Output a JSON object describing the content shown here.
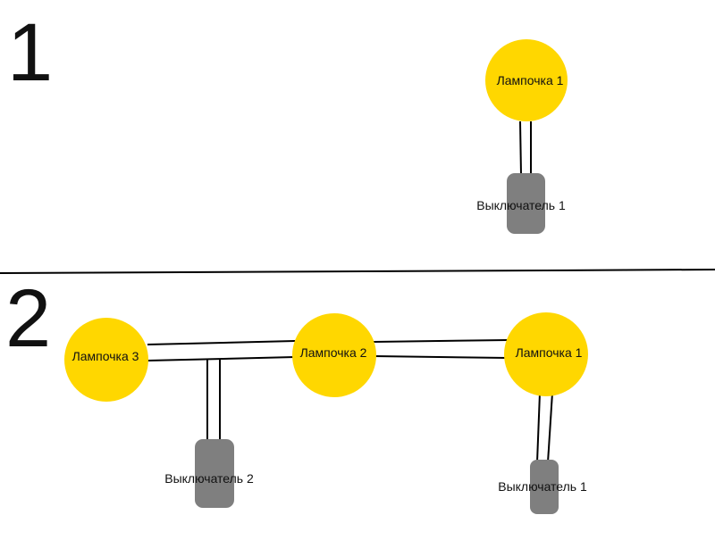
{
  "colors": {
    "bulb": "#FFD700",
    "switch": "#7F7F7F",
    "wire": "#000000",
    "text": "#111111",
    "background": "#FFFFFF"
  },
  "sections": [
    {
      "number": "1",
      "bulbs": [
        "Лампочка 1"
      ],
      "switches": [
        "Выключатель 1"
      ]
    },
    {
      "number": "2",
      "bulbs": [
        "Лампочка 3",
        "Лампочка 2",
        "Лампочка 1"
      ],
      "switches": [
        "Выключатель 2",
        "Выключатель 1"
      ]
    }
  ]
}
